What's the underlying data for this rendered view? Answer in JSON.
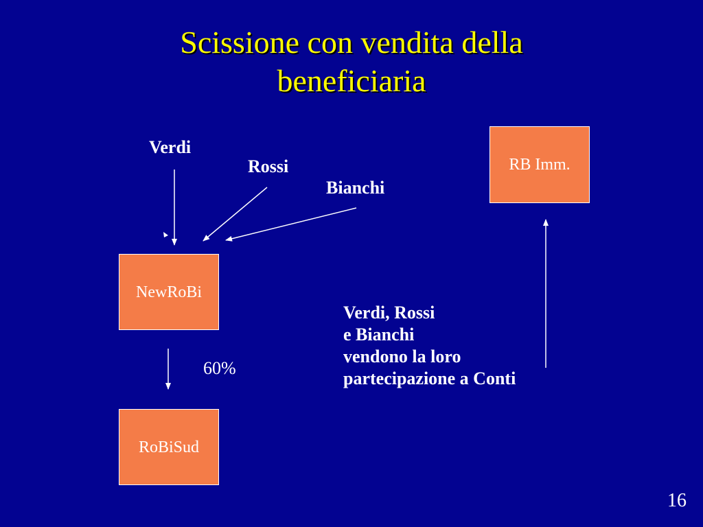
{
  "slide": {
    "title_line1": "Scissione con vendita della",
    "title_line2": "beneficiaria",
    "page_number": "16"
  },
  "shareholders": {
    "verdi": "Verdi",
    "rossi": "Rossi",
    "bianchi": "Bianchi"
  },
  "companies": {
    "newrobi": "NewRoBi",
    "robisud": "RoBiSud",
    "rb_imm": "RB Imm."
  },
  "stake": "60%",
  "note": {
    "line1": "Verdi, Rossi",
    "line2": "e Bianchi",
    "line3": "vendono la loro",
    "line4": "partecipazione a Conti"
  },
  "colors": {
    "background": "#030391",
    "title": "#ffff00",
    "box_fill": "#f47c48",
    "text": "#ffffff"
  }
}
